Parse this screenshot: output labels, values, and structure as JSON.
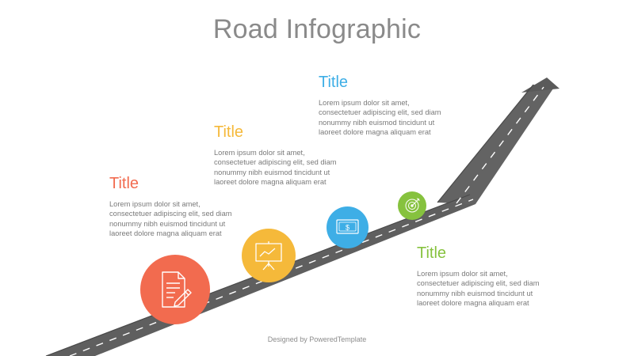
{
  "header": {
    "title": "Road Infographic"
  },
  "steps": [
    {
      "title": "Title",
      "color": "#f26b4f",
      "lines": [
        "Lorem ipsum dolor sit amet,",
        "consectetuer adipiscing elit, sed diam",
        "nonummy  nibh euismod tincidunt ut",
        "laoreet dolore magna aliquam erat"
      ],
      "icon": "document-pencil-icon"
    },
    {
      "title": "Title",
      "color": "#f5b93a",
      "lines": [
        "Lorem ipsum dolor sit amet,",
        "consectetuer adipiscing elit, sed diam",
        "nonummy  nibh euismod tincidunt ut",
        "laoreet dolore magna aliquam erat"
      ],
      "icon": "presentation-chart-icon"
    },
    {
      "title": "Title",
      "color": "#3eaee6",
      "lines": [
        "Lorem ipsum dolor sit amet,",
        "consectetuer adipiscing elit, sed diam",
        "nonummy  nibh euismod tincidunt ut",
        "laoreet dolore magna aliquam erat"
      ],
      "icon": "dollar-bill-icon"
    },
    {
      "title": "Title",
      "color": "#86c23e",
      "lines": [
        "Lorem ipsum dolor sit amet,",
        "consectetuer adipiscing elit, sed diam",
        "nonummy  nibh euismod tincidunt ut",
        "laoreet dolore magna aliquam erat"
      ],
      "icon": "target-icon"
    }
  ],
  "footer": {
    "credit": "Designed by PoweredTemplate"
  },
  "colors": {
    "road": "#5f5f5f",
    "road_edge": "#4a4a4a",
    "lane_mark": "#ffffff",
    "title_text": "#8a8a8a",
    "body_text": "#7a7a7a"
  }
}
